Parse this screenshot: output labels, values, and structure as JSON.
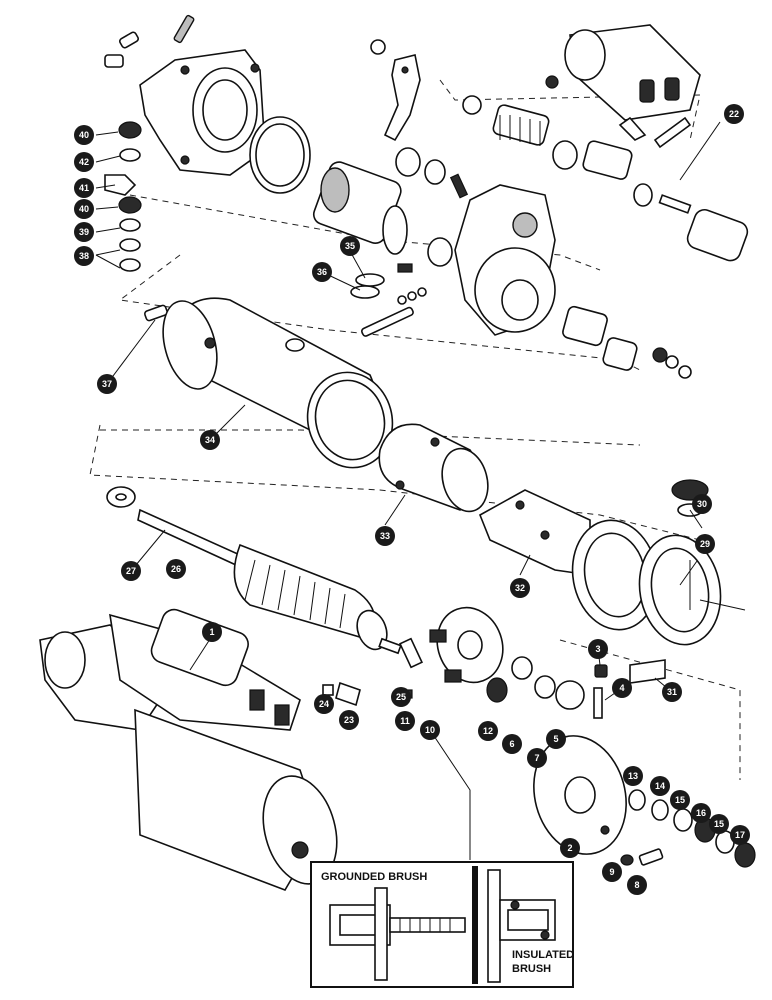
{
  "inset": {
    "grounded_label": "GROUNDED BRUSH",
    "insulated_label_line1": "INSULATED",
    "insulated_label_line2": "BRUSH"
  },
  "callouts": {
    "c1": "1",
    "c2": "2",
    "c3": "3",
    "c4": "4",
    "c5": "5",
    "c6": "6",
    "c7": "7",
    "c8": "8",
    "c9": "9",
    "c10": "10",
    "c11": "11",
    "c12": "12",
    "c13": "13",
    "c14": "14",
    "c15a": "15",
    "c15b": "15",
    "c16": "16",
    "c17": "17",
    "c22": "22",
    "c23": "23",
    "c24": "24",
    "c25": "25",
    "c26": "26",
    "c27": "27",
    "c29": "29",
    "c30": "30",
    "c31": "31",
    "c32": "32",
    "c33": "33",
    "c34": "34",
    "c35": "35",
    "c36": "36",
    "c37": "37",
    "c38": "38",
    "c39": "39",
    "c40a": "40",
    "c40b": "40",
    "c41": "41",
    "c42": "42"
  }
}
